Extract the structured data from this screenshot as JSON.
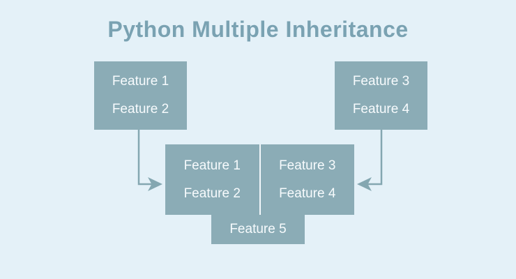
{
  "title": "Python Multiple Inheritance",
  "colors": {
    "background": "#E4F1F8",
    "box_fill": "#8BACB6",
    "box_text": "#F7FBFD",
    "title_text": "#7AA2B2",
    "arrow": "#84A7B1",
    "cell_divider": "#F2F8FB"
  },
  "parent_class_left": {
    "features": [
      "Feature 1",
      "Feature 2"
    ]
  },
  "parent_class_right": {
    "features": [
      "Feature 3",
      "Feature 4"
    ]
  },
  "child_class": {
    "inherited_left": [
      "Feature 1",
      "Feature 2"
    ],
    "inherited_right": [
      "Feature 3",
      "Feature 4"
    ],
    "own_feature": "Feature 5"
  }
}
